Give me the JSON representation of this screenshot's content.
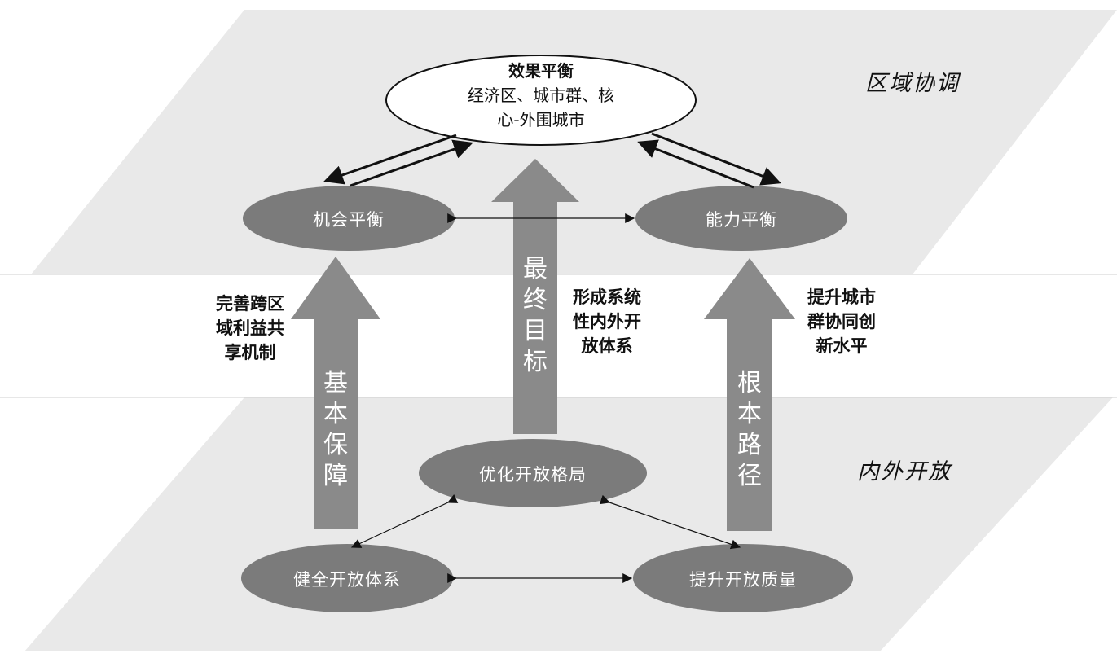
{
  "layers": {
    "top": "区域协调",
    "bottom": "内外开放"
  },
  "top_node": {
    "title": "效果平衡",
    "line1": "经济区、城市群、核",
    "line2": "心-外围城市"
  },
  "nodes": {
    "opportunity": "机会平衡",
    "capability": "能力平衡",
    "optimize": "优化开放格局",
    "improve_system": "健全开放体系",
    "raise_quality": "提升开放质量"
  },
  "arrows": {
    "left": "基本保障",
    "center": "最终目标",
    "right": "根本路径"
  },
  "side_labels": {
    "left": "完善跨区域利益共享机制",
    "center": "形成系统性内外开放体系",
    "right": "提升城市群协同创新水平"
  },
  "colors": {
    "plane": "#e9e9e9",
    "node": "#7b7b7b",
    "arrow": "#8a8a8a",
    "line": "#111111"
  }
}
